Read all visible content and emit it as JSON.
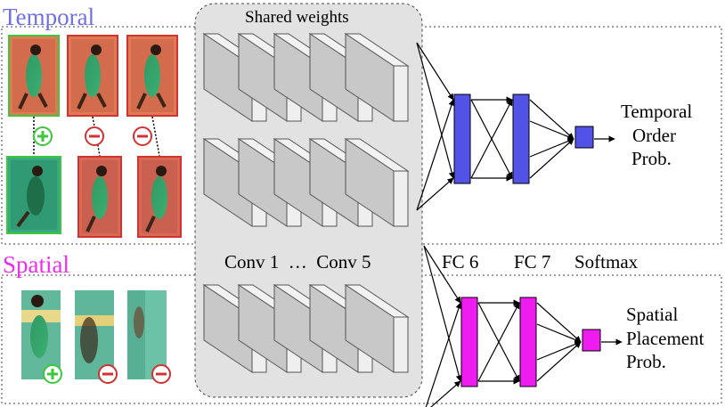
{
  "sections": {
    "temporal": {
      "title": "Temporal",
      "color": "#6f6fe8"
    },
    "spatial": {
      "title": "Spatial",
      "color": "#ee2cee"
    }
  },
  "shared_label": "Shared weights",
  "layer_labels": {
    "conv": "Conv 1  …  Conv 5",
    "fc6": "FC 6",
    "fc7": "FC 7",
    "softmax": "Softmax"
  },
  "outputs": {
    "temporal": [
      "Temporal",
      "Order",
      "Prob."
    ],
    "spatial": [
      "Spatial",
      "Placement",
      "Prob."
    ]
  },
  "colors": {
    "fc_temporal": "#5252e6",
    "fc_spatial": "#ee1cee",
    "correct": "#3cc83c",
    "wrong": "#d23232",
    "shared_bg": "#e2e2e2"
  },
  "icons": {
    "correct": "plus-sign",
    "wrong": "minus-sign"
  }
}
